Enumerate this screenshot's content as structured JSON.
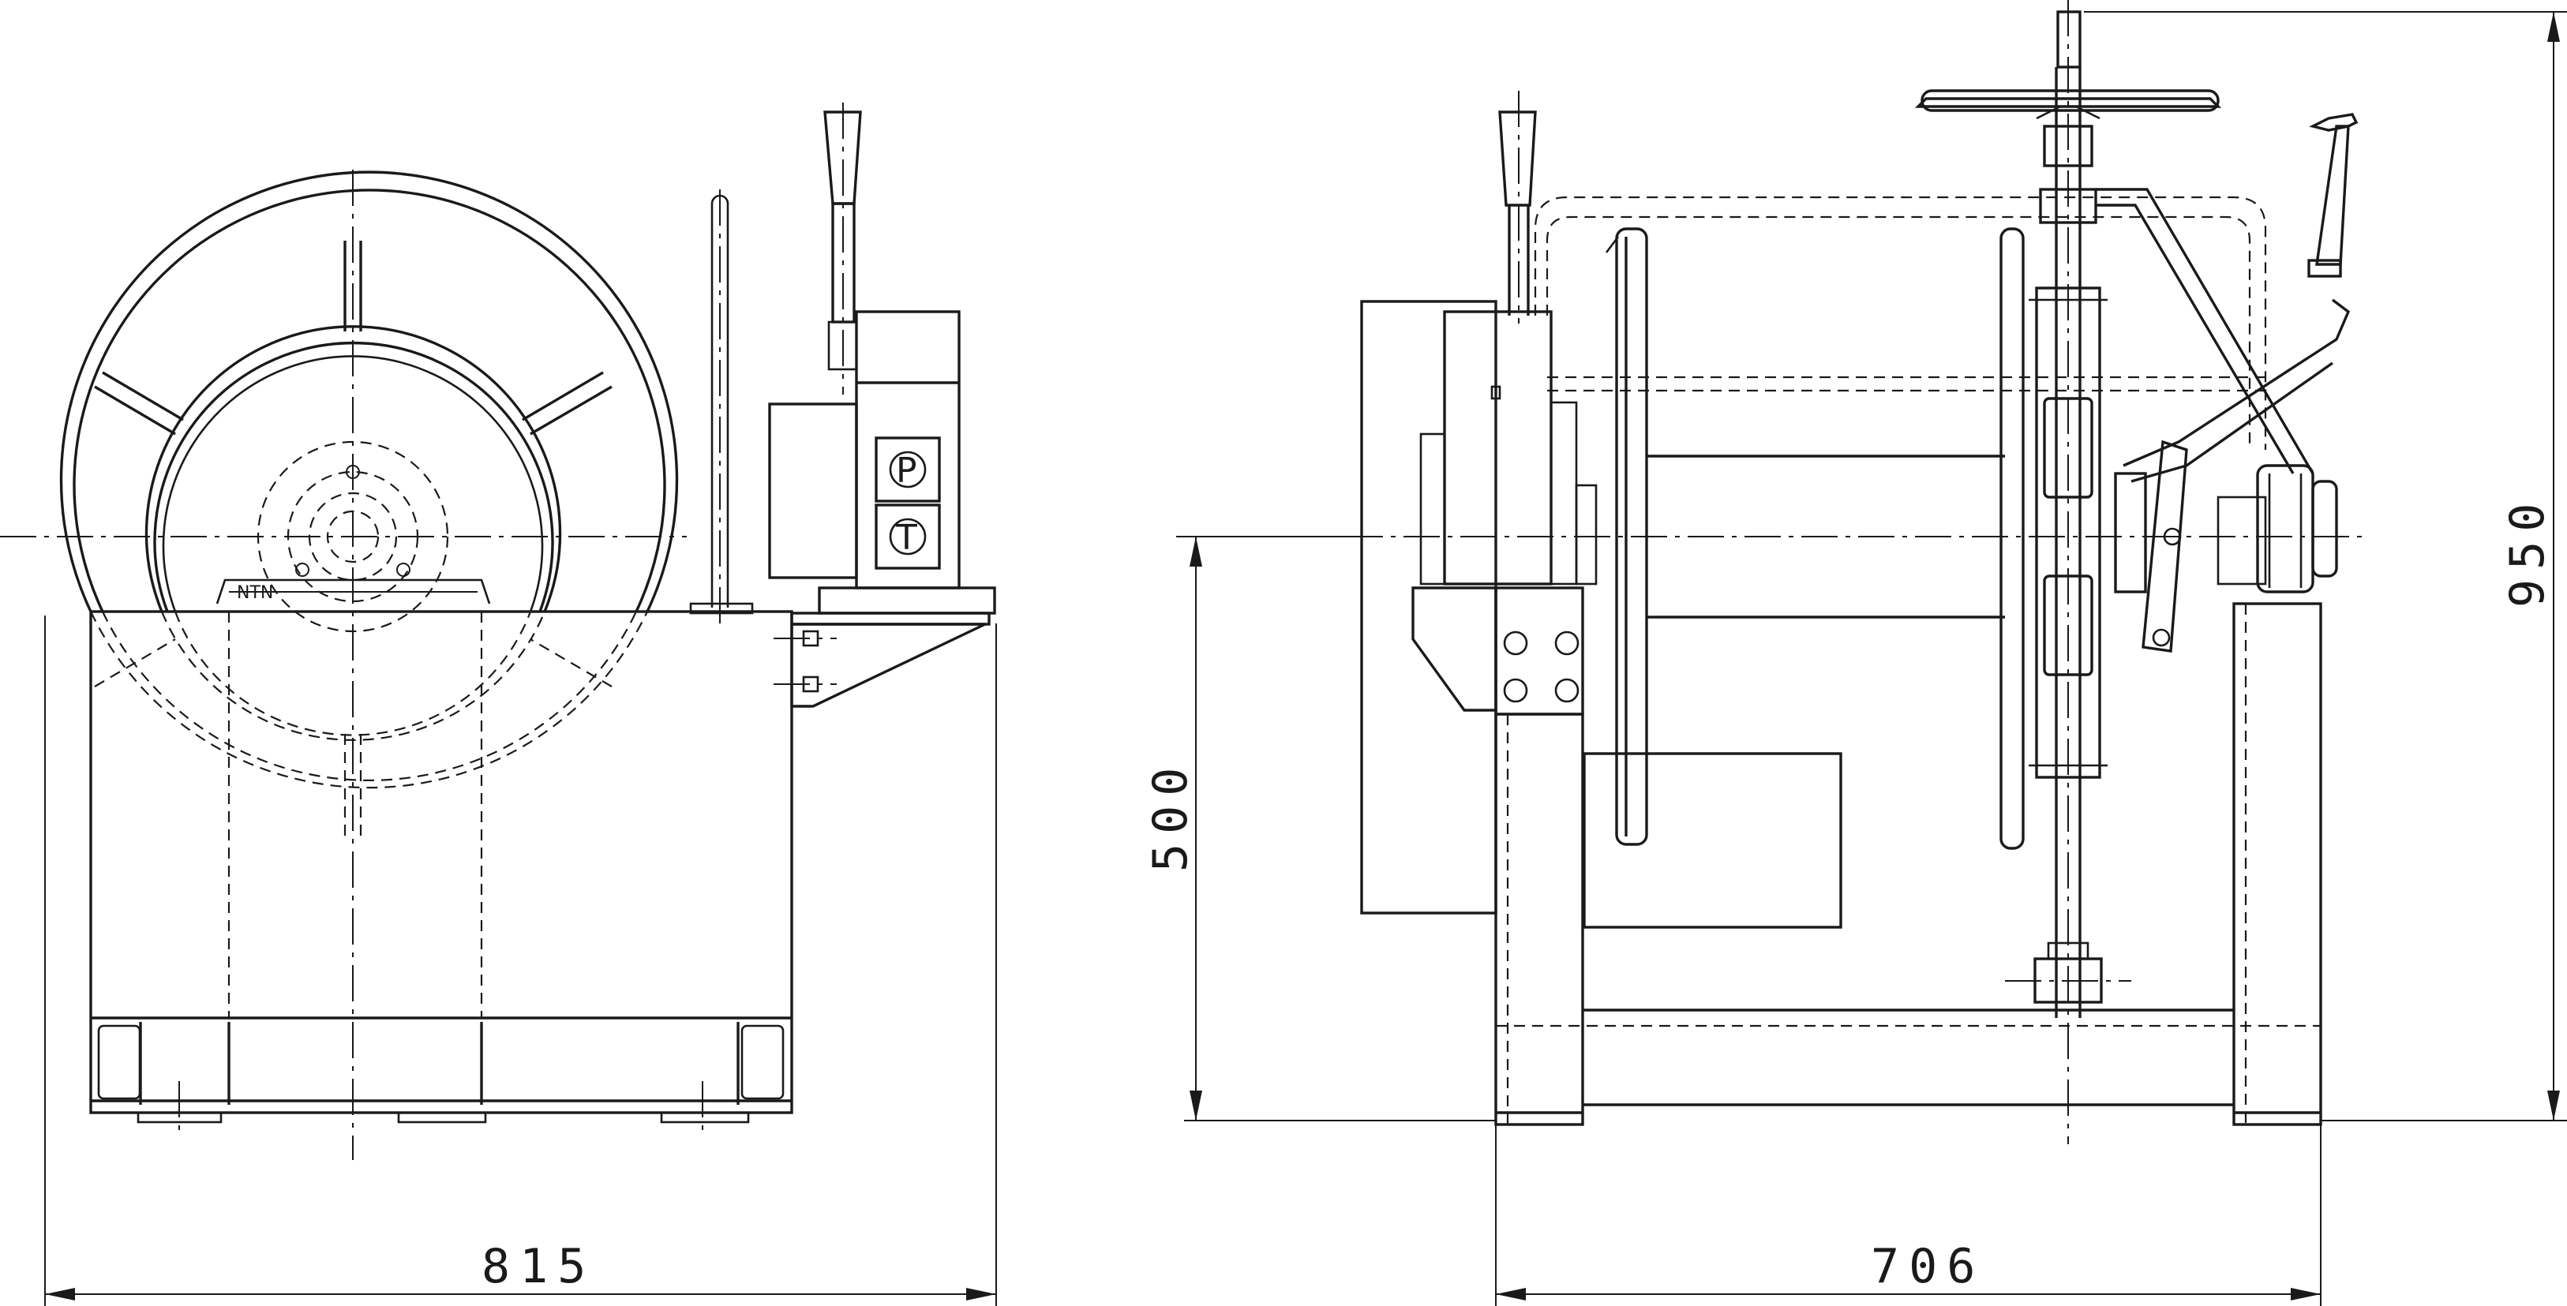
{
  "drawing": {
    "dimensions": {
      "side_width": "815",
      "front_width": "706",
      "axis_height": "500",
      "total_height": "950"
    },
    "panel_labels": {
      "pressure_port": "P",
      "tank_port": "T"
    },
    "bearing_marking": "NTN"
  }
}
